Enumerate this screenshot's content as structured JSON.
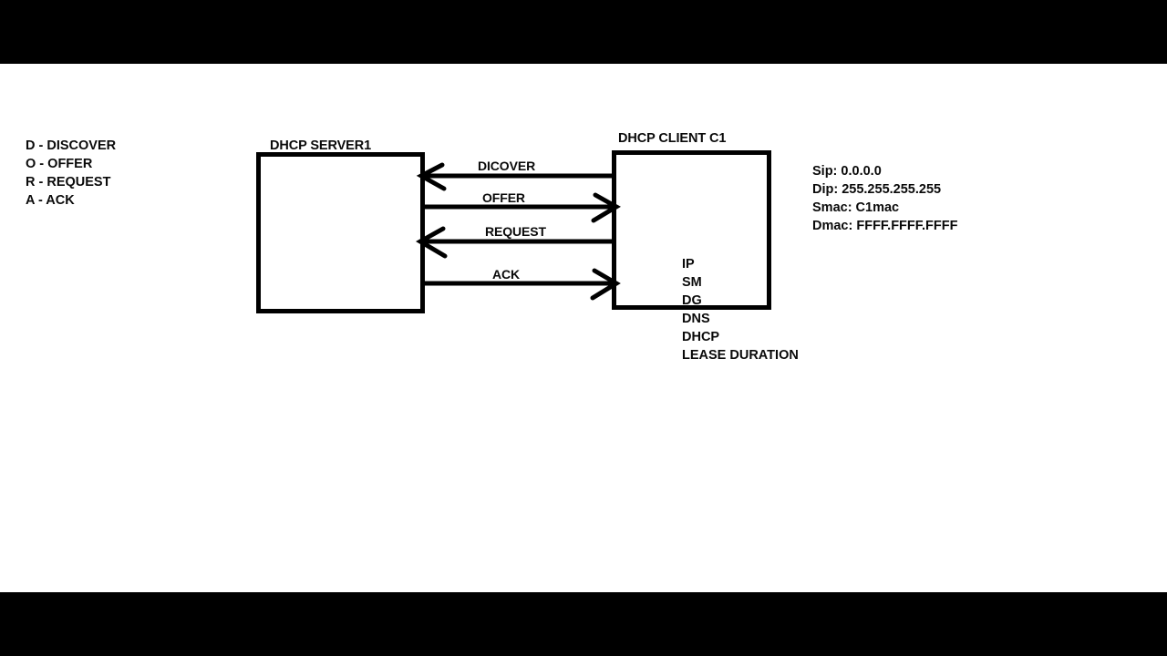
{
  "legend": {
    "items": [
      "D - DISCOVER",
      "O - OFFER",
      "R - REQUEST",
      "A - ACK"
    ]
  },
  "nodes": {
    "server_label": "DHCP SERVER1",
    "client_label": "DHCP CLIENT C1"
  },
  "messages": [
    {
      "label": "DICOVER",
      "direction": "client-to-server"
    },
    {
      "label": "OFFER",
      "direction": "server-to-client"
    },
    {
      "label": "REQUEST",
      "direction": "client-to-server"
    },
    {
      "label": "ACK",
      "direction": "server-to-client"
    }
  ],
  "client_fields": [
    "IP",
    "SM",
    "DG",
    "DNS",
    "DHCP",
    "LEASE DURATION"
  ],
  "packet_info": [
    "Sip: 0.0.0.0",
    "Dip: 255.255.255.255",
    "Smac: C1mac",
    "Dmac: FFFF.FFFF.FFFF"
  ],
  "colors": {
    "stroke": "#000000",
    "canvas": "#ffffff",
    "letterbox": "#000000",
    "text": "#0a0a0a"
  }
}
